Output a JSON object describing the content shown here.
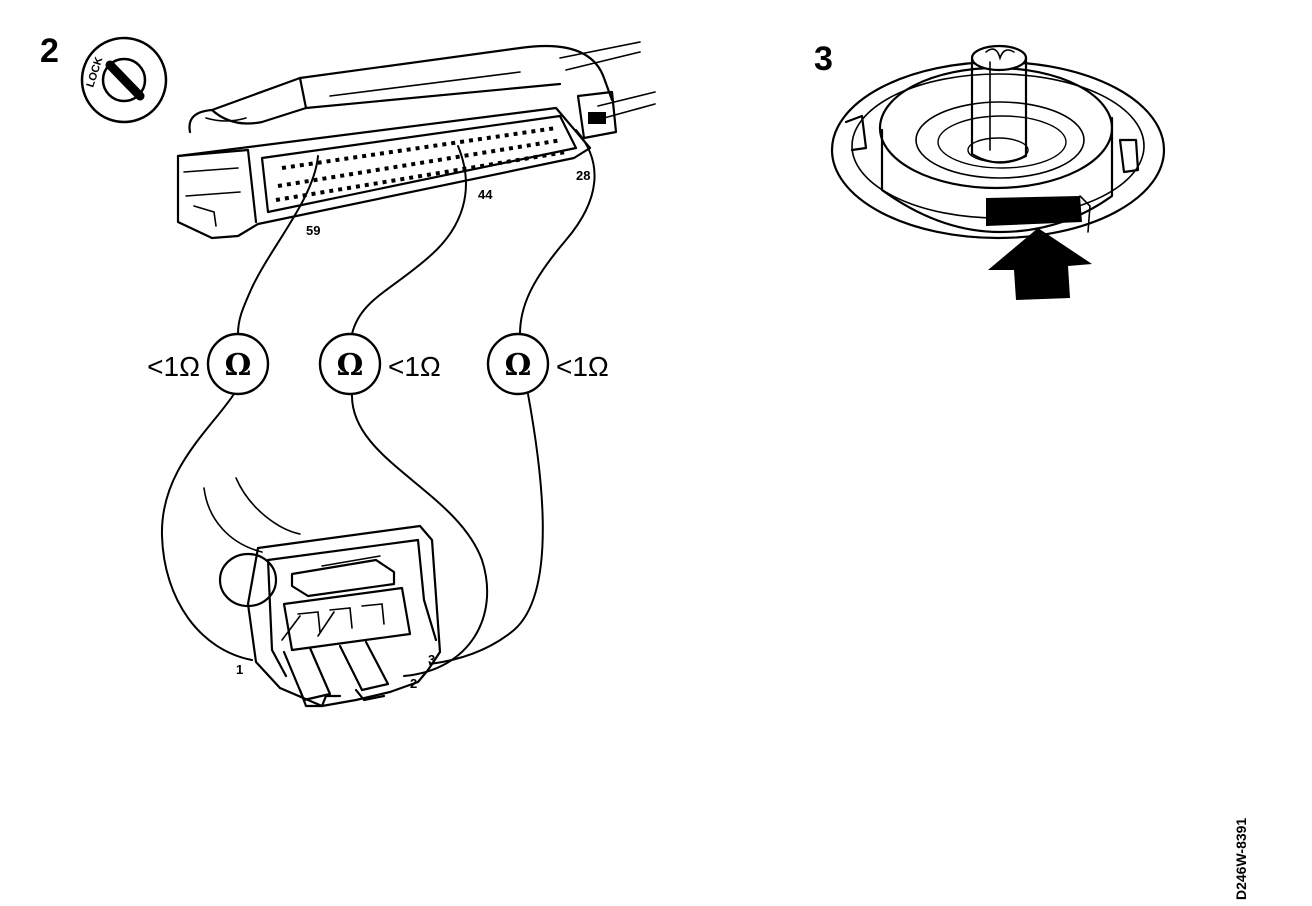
{
  "figure": {
    "step_2_label": "2",
    "step_3_label": "3",
    "lock_text": "LOCK",
    "reference_code": "D246W-8391"
  },
  "control_module_pins": {
    "pin_59": "59",
    "pin_44": "44",
    "pin_28": "28"
  },
  "sensor_connector_pins": {
    "pin_1": "1",
    "pin_2": "2",
    "pin_3": "3"
  },
  "meters": [
    {
      "symbol": "Ω",
      "value": "<1Ω"
    },
    {
      "symbol": "Ω",
      "value": "<1Ω"
    },
    {
      "symbol": "Ω",
      "value": "<1Ω"
    }
  ]
}
